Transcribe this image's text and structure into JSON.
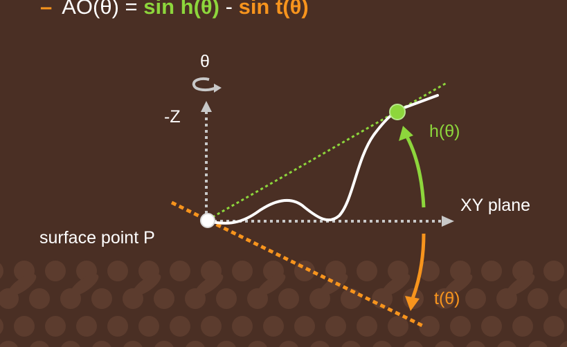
{
  "title": {
    "bullet": "–",
    "lhs": "AO(θ) = ",
    "term1": "sin h(θ)",
    "minus": " - ",
    "term2": "sin t(θ)"
  },
  "labels": {
    "theta": "θ",
    "neg_z": "-Z",
    "horizon": "h(θ)",
    "xy_plane": "XY plane",
    "surface_point": "surface point P",
    "tangent": "t(θ)"
  },
  "colors": {
    "background": "#4a2f24",
    "dots": "#5c3c2e",
    "green": "#8dd63c",
    "orange": "#f7941d",
    "axis_gray": "#c8c8c8",
    "white": "#ffffff"
  },
  "icons": {
    "rotation": "rotation-arrow-icon"
  }
}
